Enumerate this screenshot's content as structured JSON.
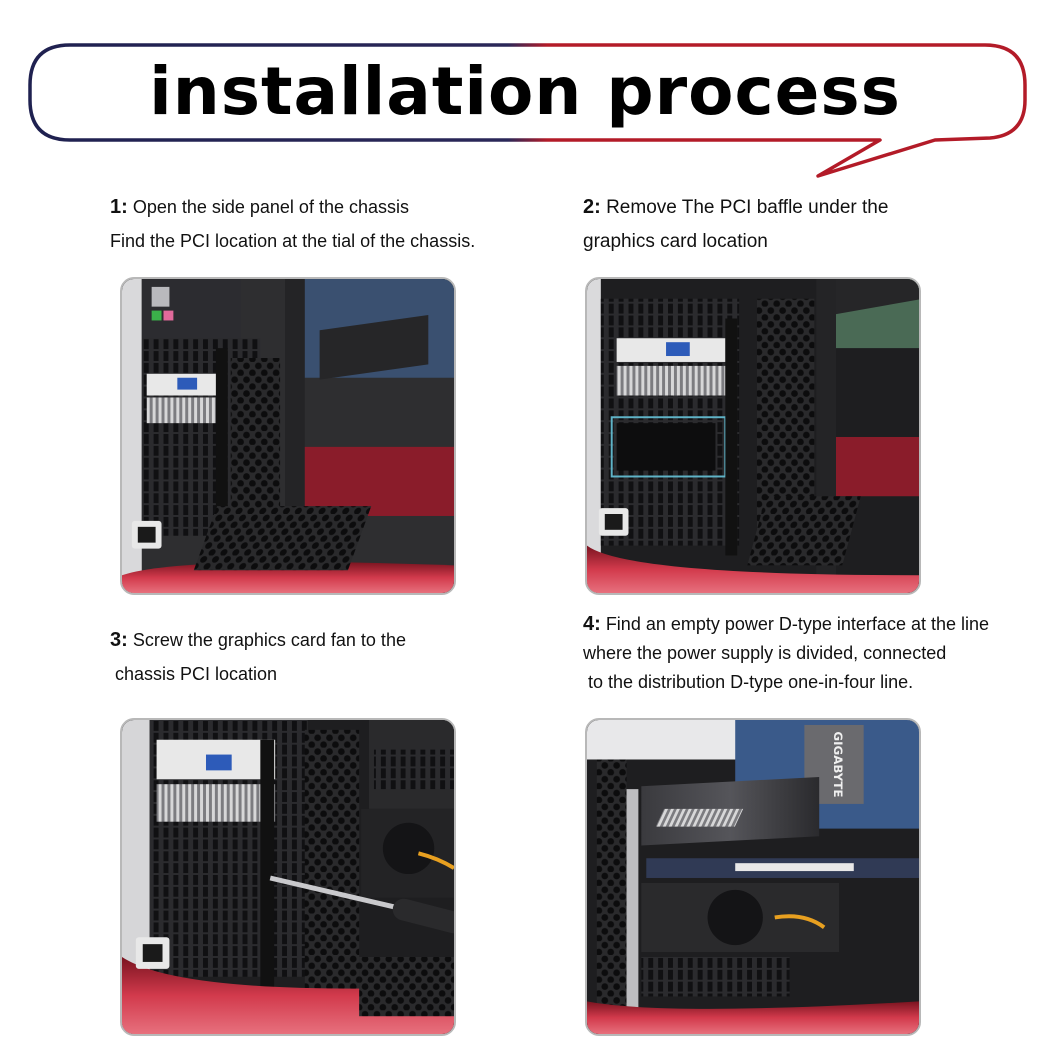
{
  "banner": {
    "title": "installation process",
    "colors": {
      "left": "#1f2150",
      "right": "#b31b28"
    }
  },
  "steps": [
    {
      "number": "1:",
      "lines": [
        "Open the side panel of the chassis",
        "Find the PCI location at the tial of the chassis."
      ]
    },
    {
      "number": "2:",
      "lines": [
        "Remove The PCI baffle under the",
        "graphics card location"
      ]
    },
    {
      "number": "3:",
      "lines": [
        "Screw the graphics card fan to the",
        " chassis PCI location"
      ]
    },
    {
      "number": "4:",
      "lines": [
        "Find an empty power D-type interface at the line",
        "where the power supply is divided, connected",
        " to the distribution D-type one-in-four line."
      ]
    }
  ],
  "photos": {
    "p4_brand_text": "GIGABYTE",
    "colors": {
      "chassis_red": "#d23a4c",
      "case_black": "#1c1c1e"
    }
  }
}
